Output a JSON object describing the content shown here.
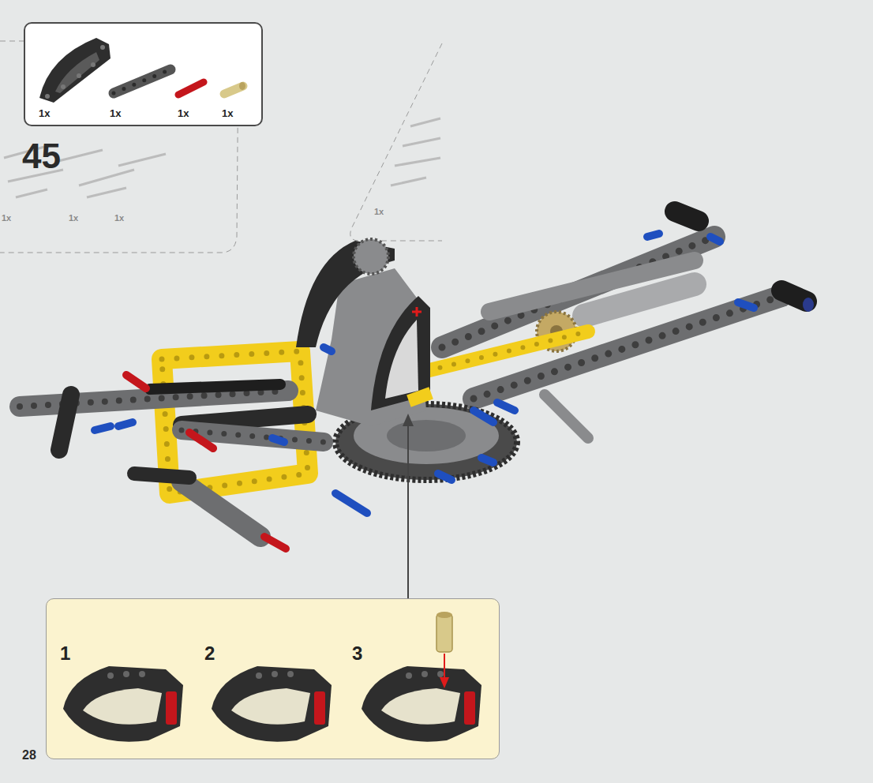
{
  "diagram": {
    "nodes": [
      {
        "text": [
          "1x",
          "1x",
          "1x",
          "1x"
        ]
      },
      {
        "text": [
          "1",
          "2",
          "3"
        ]
      }
    ],
    "labels": [
      "45",
      "1x",
      "1x",
      "1x",
      "1x",
      "28"
    ]
  }
}
